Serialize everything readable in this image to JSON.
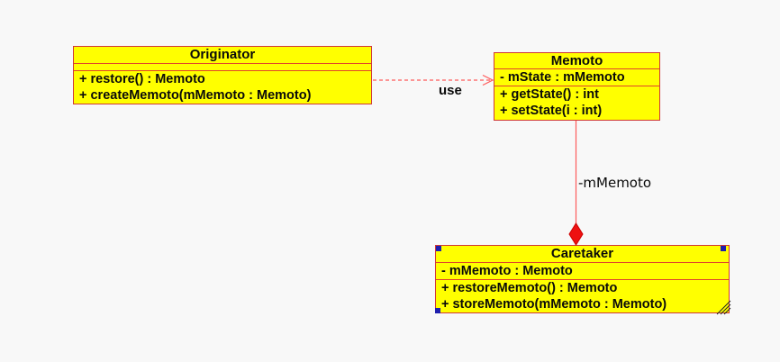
{
  "classes": {
    "originator": {
      "name": "Originator",
      "attributes": [],
      "operations": [
        "+ restore() : Memoto",
        "+ createMemoto(mMemoto : Memoto)"
      ]
    },
    "memoto": {
      "name": "Memoto",
      "attributes": [
        "- mState : mMemoto"
      ],
      "operations": [
        "+ getState() : int",
        "+ setState(i : int)"
      ]
    },
    "caretaker": {
      "name": "Caretaker",
      "attributes": [
        "- mMemoto : Memoto"
      ],
      "operations": [
        "+ restoreMemoto() : Memoto",
        "+ storeMemoto(mMemoto : Memoto)"
      ]
    }
  },
  "connectors": {
    "dependency": {
      "type": "dashed-open-arrow",
      "from": "Originator",
      "to": "Memoto",
      "label": "use"
    },
    "composition": {
      "type": "filled-diamond",
      "from": "Memoto",
      "to": "Caretaker",
      "label": "-mMemoto"
    }
  },
  "colors": {
    "canvas_background": "#f8f8f8",
    "class_fill": "#ffff00",
    "class_border": "#cf3737",
    "divider": "#e0462b",
    "connector": "#ff5a5a",
    "diamond_fill": "#ee1111",
    "selection_handle": "#1f1fae",
    "text": "#0a0a0a"
  }
}
